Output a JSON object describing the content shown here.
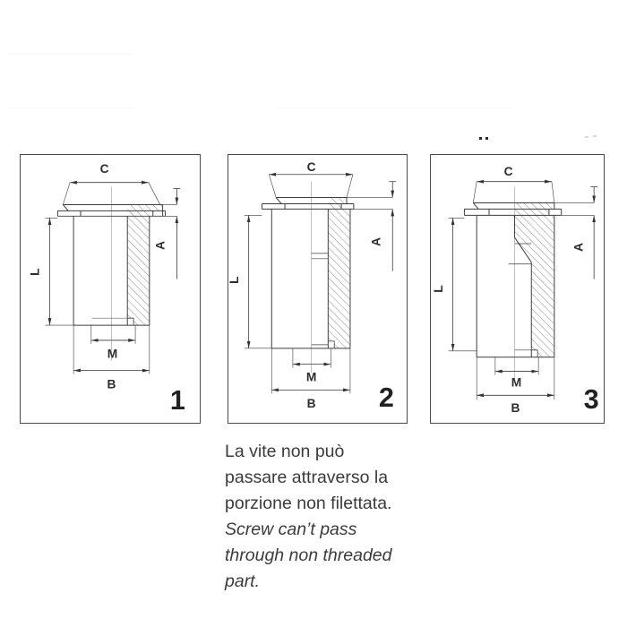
{
  "diagrams": [
    {
      "number": "1",
      "labels": {
        "top": "C",
        "right": "A",
        "left": "L",
        "thread": "M",
        "bottom": "B"
      }
    },
    {
      "number": "2",
      "labels": {
        "top": "C",
        "right": "A",
        "left": "L",
        "thread": "M",
        "bottom": "B"
      }
    },
    {
      "number": "3",
      "labels": {
        "top": "C",
        "right": "A",
        "left": "L",
        "thread": "M",
        "bottom": "B"
      }
    }
  ],
  "caption": {
    "italian": [
      "La vite non può",
      "passare attraverso la",
      "porzione non filettata."
    ],
    "english": [
      "Screw can’t pass",
      "through non threaded",
      "part."
    ]
  },
  "colors": {
    "outline": "#3d3d3d",
    "dimension": "#3a3a3a",
    "hatch": "#7d7d7d",
    "box_border": "#4a4a4a",
    "caption_text": "#3b3b3b",
    "background": "#ffffff"
  }
}
